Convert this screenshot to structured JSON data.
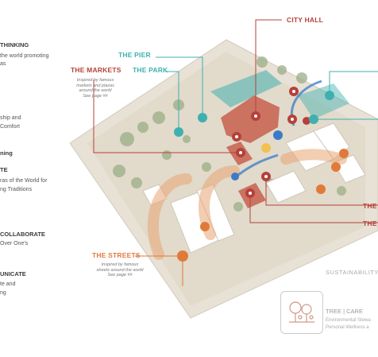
{
  "left_panel": {
    "lines": [
      {
        "text": "THINKING",
        "heading": true
      },
      {
        "text": "the world promoting",
        "heading": false
      },
      {
        "text": "as",
        "heading": false
      },
      {
        "text": "ship and",
        "heading": false
      },
      {
        "text": "Comfort",
        "heading": false
      },
      {
        "text": "ning",
        "heading": true
      },
      {
        "text": "TE",
        "heading": true
      },
      {
        "text": "ras of the World for",
        "heading": false
      },
      {
        "text": "ng Traditions",
        "heading": false
      },
      {
        "text": "COLLABORATE",
        "heading": true
      },
      {
        "text": "Over One's",
        "heading": false
      },
      {
        "text": "UNICATE",
        "heading": true
      },
      {
        "text": "te and",
        "heading": false
      },
      {
        "text": "ng",
        "heading": false
      }
    ]
  },
  "labels": {
    "city_hall": "CITY HALL",
    "the_pier": "THE PIER",
    "the_park": "THE PARK",
    "the_markets": "THE MARKETS",
    "the_streets": "THE STREETS",
    "the_l": "THE L",
    "the_r": "THE R"
  },
  "notes": {
    "markets_1": "Inspired by famous",
    "markets_2": "markets and plazas",
    "markets_3": "around the world",
    "markets_4": "See page ##",
    "streets_1": "Inspired by famous",
    "streets_2": "streets around the world",
    "streets_3": "See page ##"
  },
  "sustainability": {
    "title": "SUSTAINABILITY",
    "tree_care": "TREE | CARE",
    "line1": "Environmental Stewa",
    "line2": "Personal Wellness a"
  },
  "colors": {
    "red": "#b5413a",
    "teal": "#3fb0b0",
    "orange": "#e07a3a",
    "blue": "#3a7bc8"
  },
  "icons": [
    "map-pin-icon",
    "leaf-icon",
    "tree-icon",
    "trophy-icon",
    "info-icon",
    "sustainability-icon"
  ]
}
